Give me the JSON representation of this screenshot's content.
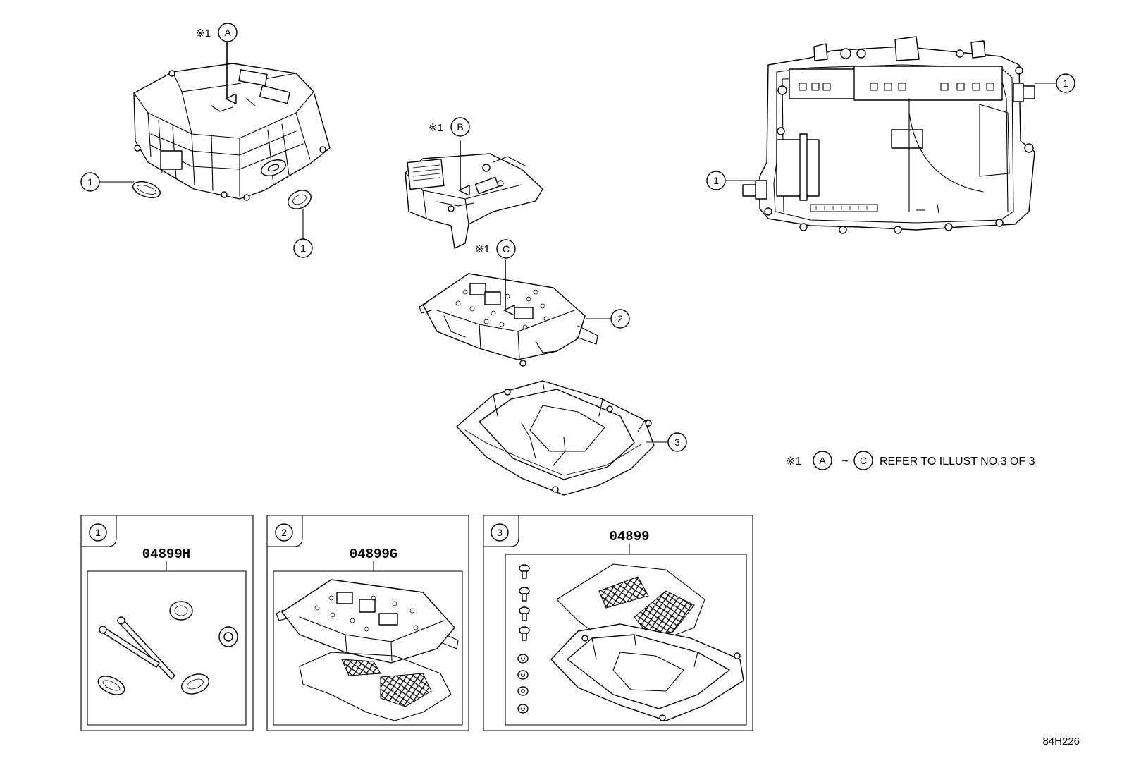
{
  "callouts": {
    "one": "1",
    "two": "2",
    "three": "3"
  },
  "refs": {
    "mark": "※1",
    "a": "A",
    "b": "B",
    "c": "C"
  },
  "note": {
    "mark": "※1",
    "from": "A",
    "tilde": "~",
    "to": "C",
    "text": "REFER TO ILLUST NO.3 OF 3"
  },
  "kits": [
    {
      "number": "1",
      "part_no": "04899H"
    },
    {
      "number": "2",
      "part_no": "04899G"
    },
    {
      "number": "3",
      "part_no": "04899"
    }
  ],
  "illustration_id": "84H226"
}
